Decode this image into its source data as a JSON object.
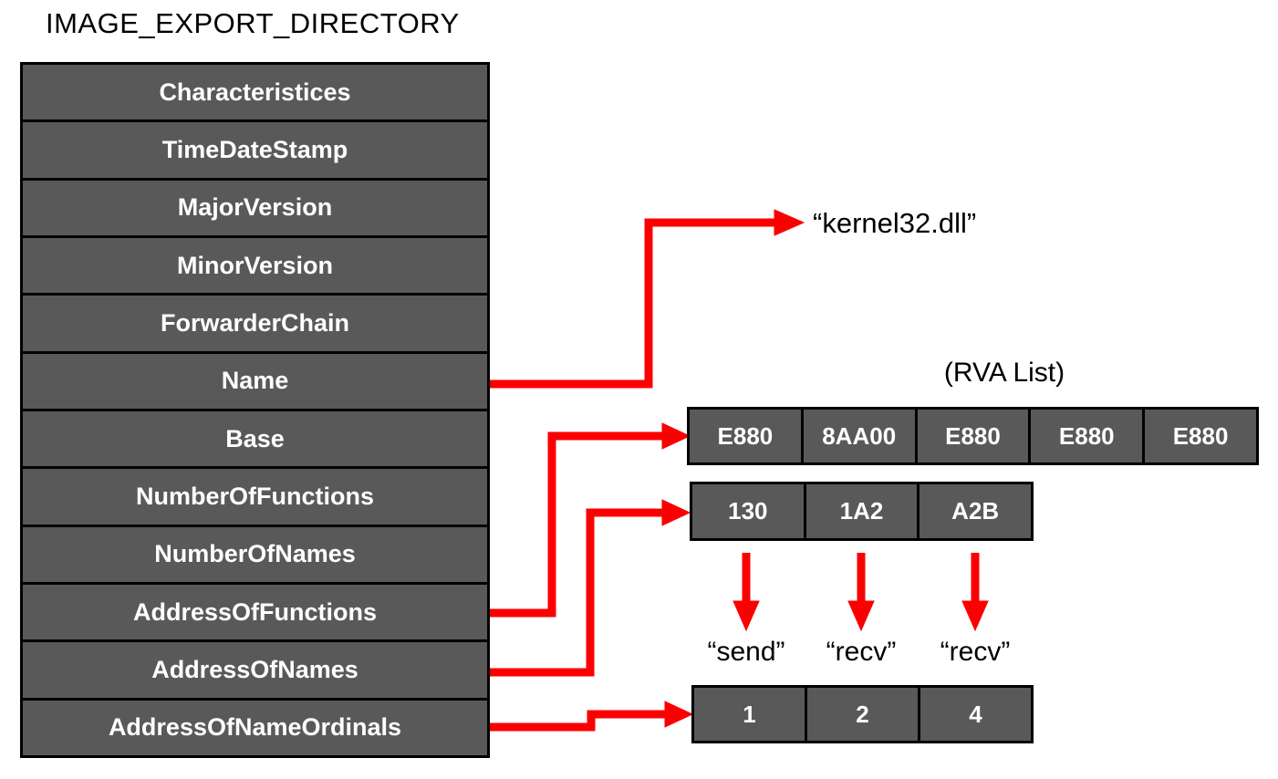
{
  "title": "IMAGE_EXPORT_DIRECTORY",
  "colors": {
    "cell_fill": "#595959",
    "cell_border": "#000000",
    "cell_text": "#ffffff",
    "arrow": "#fb0000",
    "label_text": "#000000",
    "background": "#ffffff"
  },
  "export_directory": {
    "fields": [
      "Characteristices",
      "TimeDateStamp",
      "MajorVersion",
      "MinorVersion",
      "ForwarderChain",
      "Name",
      "Base",
      "NumberOfFunctions",
      "NumberOfNames",
      "AddressOfFunctions",
      "AddressOfNames",
      "AddressOfNameOrdinals"
    ]
  },
  "annotations": {
    "dll_name": "“kernel32.dll”",
    "rva_list_label": "(RVA List)"
  },
  "function_rva_table": {
    "cells": [
      "E880",
      "8AA00",
      "E880",
      "E880",
      "E880"
    ]
  },
  "name_rva_table": {
    "cells": [
      "130",
      "1A2",
      "A2B"
    ]
  },
  "function_names": [
    "“send”",
    "“recv”",
    "“recv”"
  ],
  "ordinal_table": {
    "cells": [
      "1",
      "2",
      "4"
    ]
  }
}
